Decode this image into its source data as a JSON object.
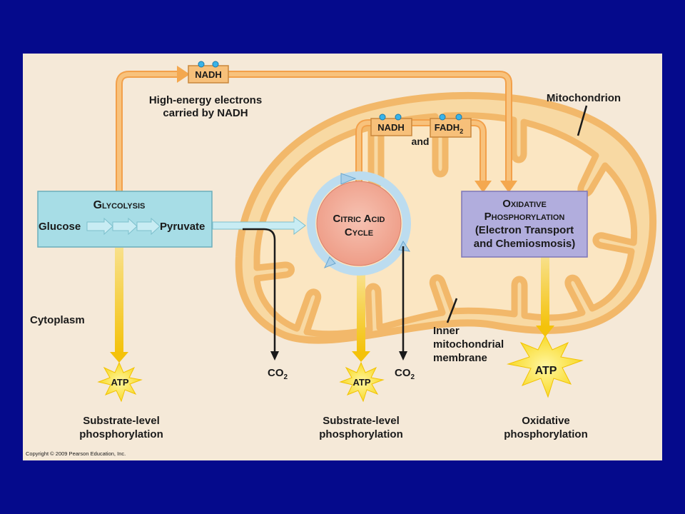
{
  "nadh_top": "NADH",
  "nadh_top_caption": [
    "High-energy electrons",
    "carried by NADH"
  ],
  "mitochondrion_label": "Mitochondrion",
  "nadh_mid": "NADH",
  "fadh": {
    "base": "FADH",
    "subscript": "2"
  },
  "and_label": "and",
  "glycolysis": {
    "title": "Glycolysis",
    "glucose": "Glucose",
    "pyruvate": "Pyruvate"
  },
  "citric_acid": [
    "Citric Acid",
    "Cycle"
  ],
  "oxidative_box": [
    "Oxidative",
    "Phosphorylation",
    "(Electron Transport",
    "and Chemiosmosis)"
  ],
  "cytoplasm_label": "Cytoplasm",
  "inner_membrane_label": [
    "Inner",
    "mitochondrial",
    "membrane"
  ],
  "co2": {
    "base": "CO",
    "subscript": "2"
  },
  "atp": "ATP",
  "caption_left": [
    "Substrate-level",
    "phosphorylation"
  ],
  "caption_mid": [
    "Substrate-level",
    "phosphorylation"
  ],
  "caption_right": [
    "Oxidative",
    "phosphorylation"
  ],
  "copyright": "Copyright © 2009 Pearson Education, Inc.",
  "colors": {
    "background": "#050a8c",
    "panel": "#f5e9d8",
    "mito_fill": "#f8d9a3",
    "mito_stroke": "#f2b86a",
    "arrow_orange": "#f4b15c",
    "arrow_yellow": "#f7d51e",
    "glycolysis_box": "#a7dde6",
    "oxidative_box": "#b1addd",
    "citric_core": "#f2a893",
    "atp_star": "#fbe93a"
  }
}
